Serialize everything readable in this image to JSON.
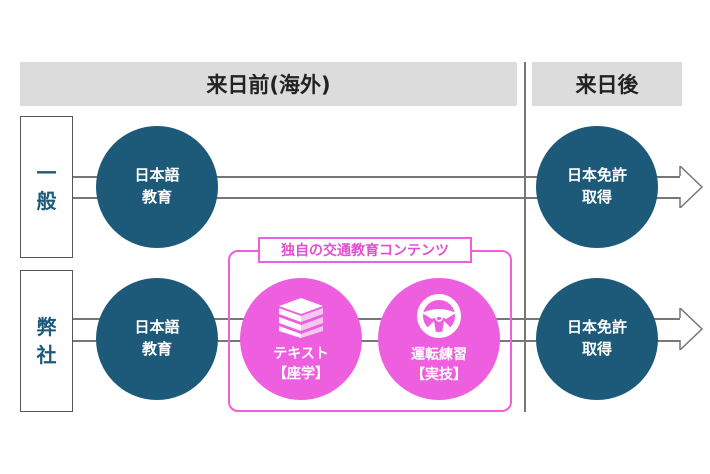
{
  "header": {
    "before": "来日前(海外)",
    "after": "来日後"
  },
  "rows": [
    {
      "label_lines": [
        "一",
        "般"
      ],
      "step1": [
        "日本語",
        "教育"
      ],
      "goal": [
        "日本免許",
        "取得"
      ]
    },
    {
      "label_lines": [
        "弊",
        "社"
      ],
      "step1": [
        "日本語",
        "教育"
      ],
      "goal": [
        "日本免許",
        "取得"
      ]
    }
  ],
  "original": {
    "title": "独自の交通教育コンテンツ",
    "items": [
      {
        "icon": "books-icon",
        "lines": [
          "テキスト",
          "【座学】"
        ]
      },
      {
        "icon": "steering-wheel-icon",
        "lines": [
          "運転練習",
          "【実技】"
        ]
      }
    ]
  },
  "colors": {
    "navy": "#1d5a7a",
    "pink": "#ee5fe0"
  }
}
